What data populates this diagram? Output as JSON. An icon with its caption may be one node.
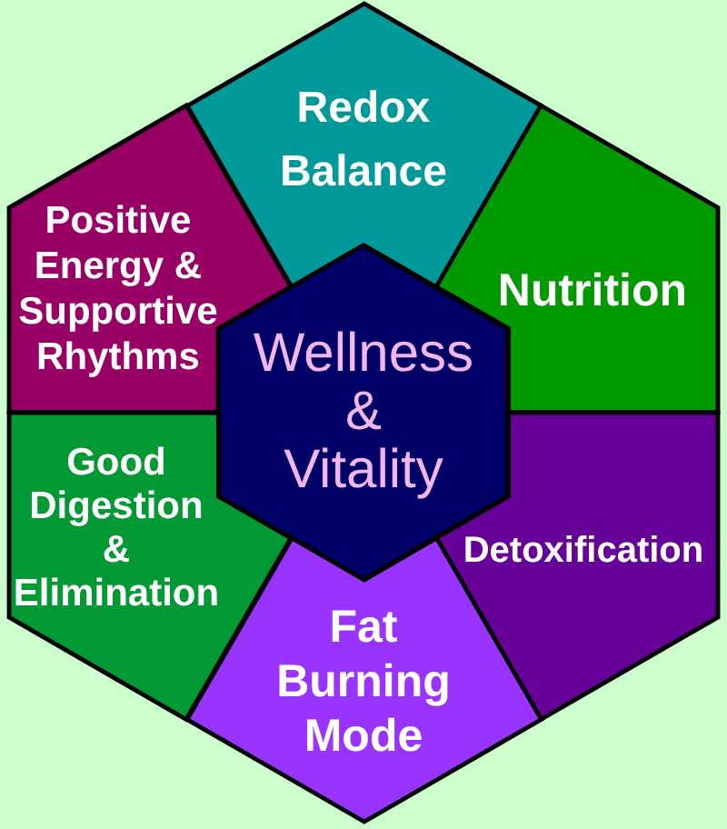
{
  "diagram": {
    "nodes": [
      {
        "text": [
          "Redox Balance"
        ]
      },
      {
        "text": [
          "Positive Energy & Supportive Rhythms"
        ]
      },
      {
        "text": [
          "Nutrition"
        ]
      },
      {
        "text": [
          "Wellness & Vitality"
        ]
      },
      {
        "text": [
          "Good Digestion & Elimination"
        ]
      },
      {
        "text": [
          "Detoxification"
        ]
      },
      {
        "text": [
          "Fat Burning Mode"
        ]
      }
    ]
  }
}
